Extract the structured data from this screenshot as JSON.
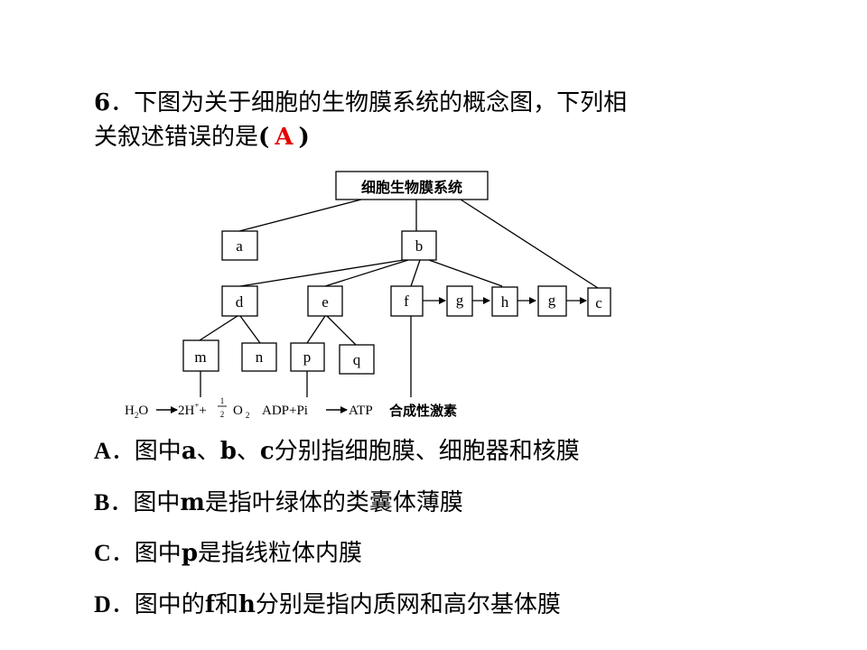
{
  "question": {
    "number": "6",
    "separator": "．",
    "stem_line1": "下图为关于细胞的生物膜系统的概念图，下列相",
    "stem_line2_text": "关叙述错误的是",
    "open_paren": "(",
    "answer": "A",
    "close_paren": ")"
  },
  "diagram": {
    "root": "细胞生物膜系统",
    "nodes": {
      "a": "a",
      "b": "b",
      "c": "c",
      "d": "d",
      "e": "e",
      "f": "f",
      "g1": "g",
      "h": "h",
      "g2": "g",
      "m": "m",
      "n": "n",
      "p": "p",
      "q": "q"
    },
    "reactions": {
      "h2o_h": "H",
      "h2o_sub": "2",
      "h2o_o": "O",
      "h_product": "2H",
      "h_sup": "+",
      "plus": "+",
      "frac_num": "1",
      "frac_den": "2",
      "o2_o": "O",
      "o2_sub": "2",
      "adp": "ADP+Pi",
      "atp": "ATP",
      "hormone": "合成性激素"
    }
  },
  "options": [
    {
      "letter": "A",
      "sep": "．",
      "parts": [
        "图中",
        "a",
        "、",
        "b",
        "、",
        "c",
        "分别指细胞膜、细胞器和核膜"
      ]
    },
    {
      "letter": "B",
      "sep": "．",
      "parts": [
        "图中",
        "m",
        "是指叶绿体的类囊体薄膜"
      ]
    },
    {
      "letter": "C",
      "sep": "．",
      "parts": [
        "图中",
        "p",
        "是指线粒体内膜"
      ]
    },
    {
      "letter": "D",
      "sep": "．",
      "parts": [
        "图中的",
        "f",
        "和",
        "h",
        "分别是指内质网和高尔基体膜"
      ]
    }
  ],
  "colors": {
    "answer": "#e60000",
    "text": "#000000",
    "line": "#000000"
  }
}
